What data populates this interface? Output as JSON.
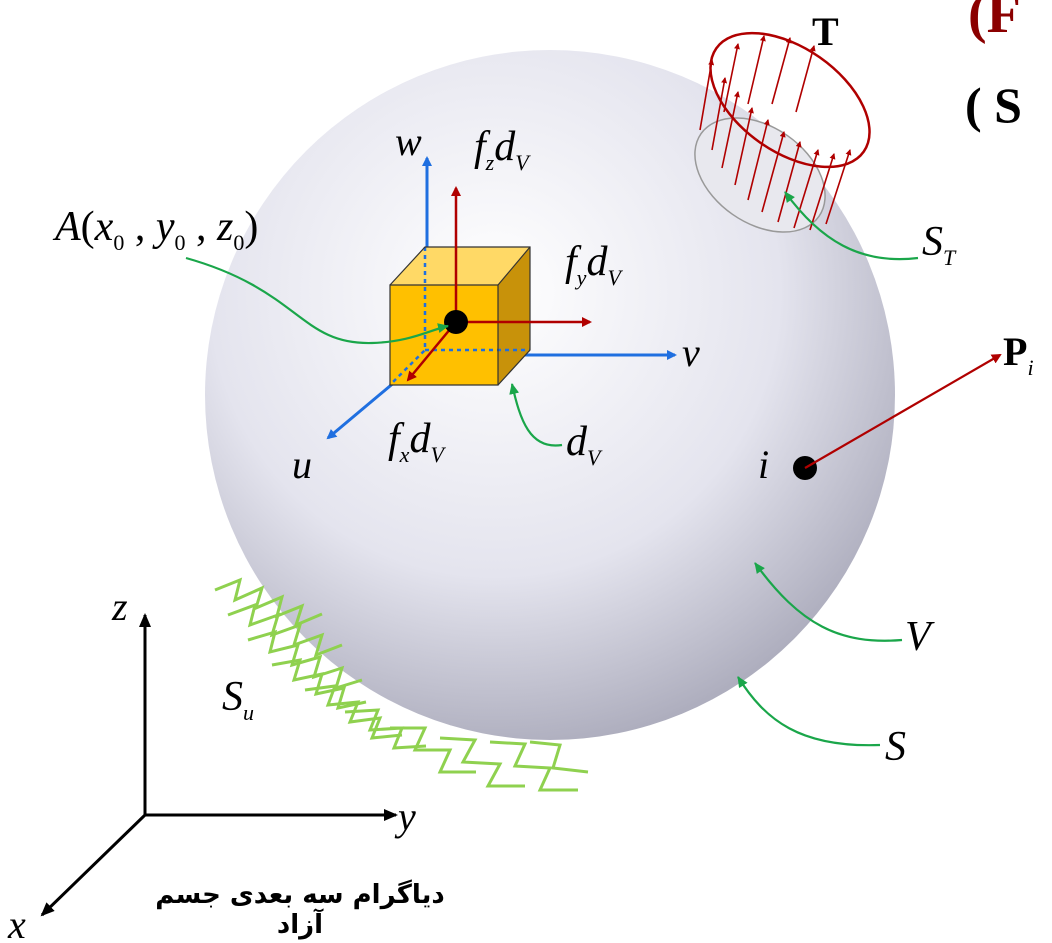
{
  "labels": {
    "point_A": "A",
    "x0": "x",
    "x0_sub": "0",
    "y0": "y",
    "y0_sub": "0",
    "z0": "z",
    "z0_sub": "0",
    "w": "w",
    "v": "v",
    "u": "u",
    "fz": "f",
    "fz_sub": "z",
    "fz_d": "d",
    "fz_dsub": "V",
    "fy": "f",
    "fy_sub": "y",
    "fy_d": "d",
    "fy_dsub": "V",
    "fx": "f",
    "fx_sub": "x",
    "fx_d": "d",
    "fx_dsub": "V",
    "dV": "d",
    "dV_sub": "V",
    "T": "T",
    "ST": "S",
    "ST_sub": "T",
    "Pi": "P",
    "Pi_sub": "i",
    "i": "i",
    "V": "V",
    "S": "S",
    "Su": "S",
    "Su_sub": "u",
    "axis_x": "x",
    "axis_y": "y",
    "axis_z": "z",
    "cut_top": "(F",
    "cut_mid": "( S"
  },
  "caption": "دیاگرام سه بعدی جسم آزاد",
  "colors": {
    "blue": "#1f6fe0",
    "red": "#b00000",
    "green": "#1aa64a",
    "spring": "#8fd14f",
    "cube": "#ffc000",
    "dark_red_text": "#8b0000"
  }
}
